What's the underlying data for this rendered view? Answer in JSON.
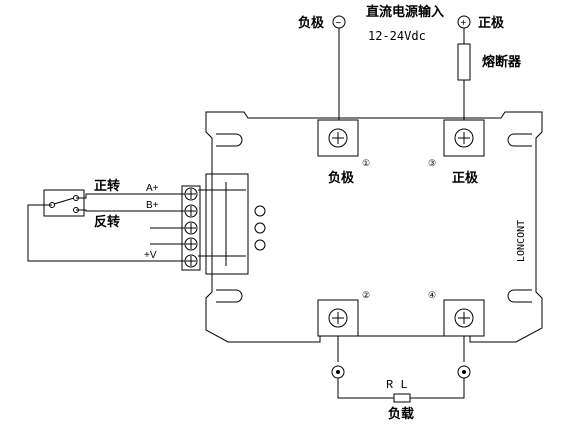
{
  "supply": {
    "title": "直流电源输入",
    "voltage": "12-24Vdc",
    "neg_label": "负极",
    "pos_label": "正极",
    "neg_symbol": "−",
    "pos_symbol": "+",
    "fuse_label": "熔断器"
  },
  "terminals": {
    "t1": {
      "num": "①",
      "label": "负极"
    },
    "t3": {
      "num": "③",
      "label": "正极"
    },
    "t2": {
      "num": "②"
    },
    "t4": {
      "num": "④"
    }
  },
  "control": {
    "forward_label": "正转",
    "reverse_label": "反转",
    "pin_a": "A+",
    "pin_b": "B+",
    "pin_v": "+V"
  },
  "load": {
    "rl": "R L",
    "label": "负载"
  },
  "brand": "LONCONT"
}
